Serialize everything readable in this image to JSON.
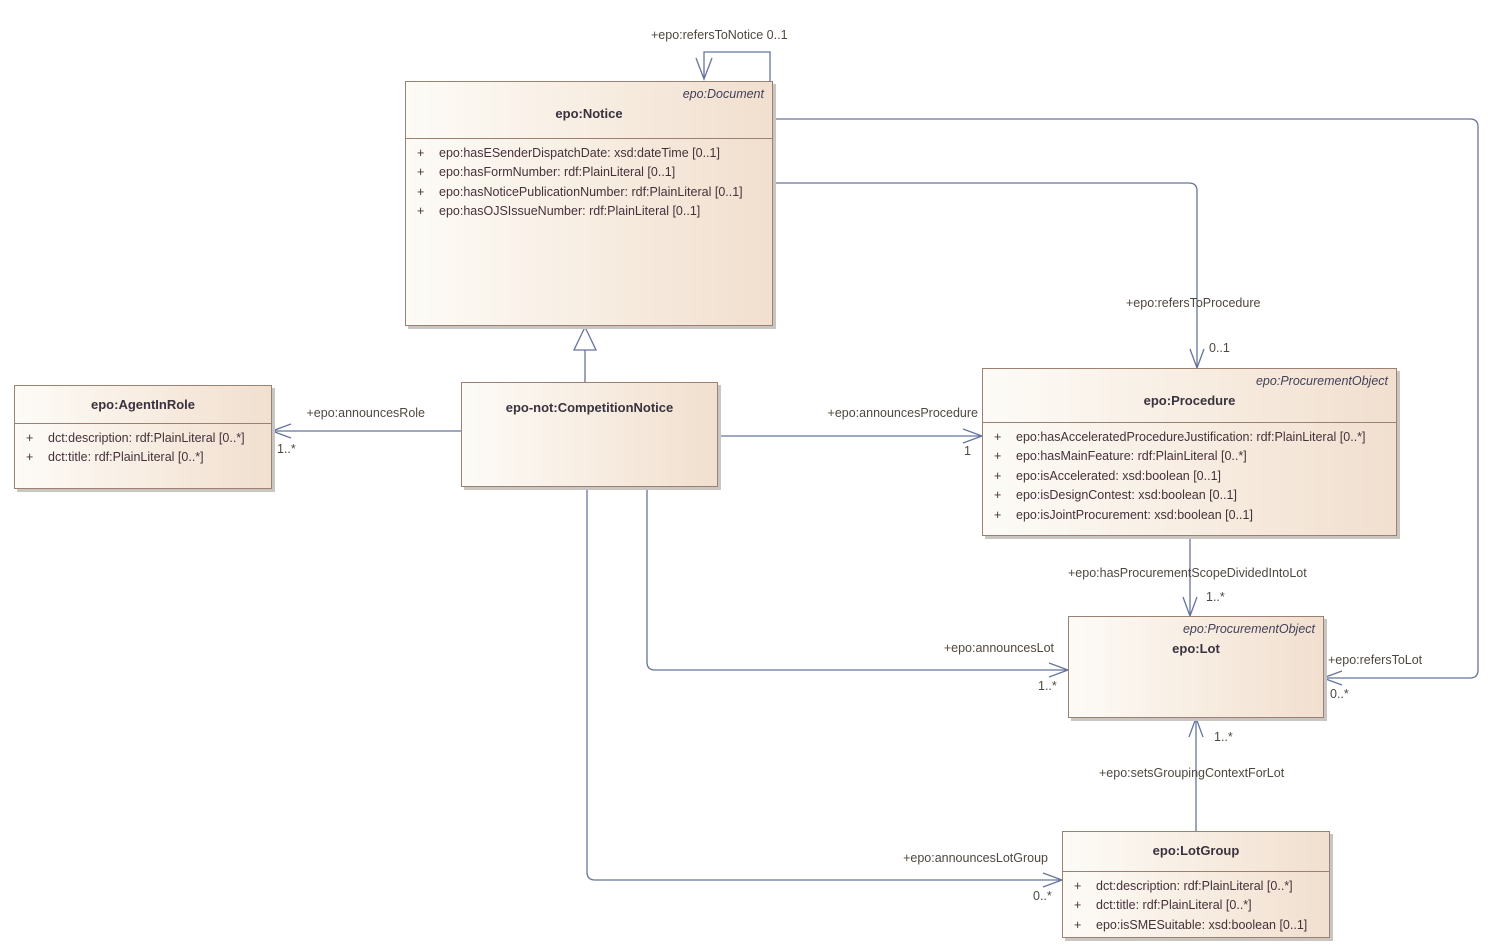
{
  "classes": {
    "notice": {
      "stereotype": "epo:Document",
      "title": "epo:Notice",
      "attributes": [
        {
          "vis": "+",
          "text": "epo:hasESenderDispatchDate: xsd:dateTime [0..1]"
        },
        {
          "vis": "+",
          "text": "epo:hasFormNumber: rdf:PlainLiteral [0..1]"
        },
        {
          "vis": "+",
          "text": "epo:hasNoticePublicationNumber: rdf:PlainLiteral [0..1]"
        },
        {
          "vis": "+",
          "text": "epo:hasOJSIssueNumber: rdf:PlainLiteral [0..1]"
        }
      ]
    },
    "agent_in_role": {
      "title": "epo:AgentInRole",
      "attributes": [
        {
          "vis": "+",
          "text": "dct:description: rdf:PlainLiteral [0..*]"
        },
        {
          "vis": "+",
          "text": "dct:title: rdf:PlainLiteral [0..*]"
        }
      ]
    },
    "competition_notice": {
      "title": "epo-not:CompetitionNotice"
    },
    "procedure": {
      "stereotype": "epo:ProcurementObject",
      "title": "epo:Procedure",
      "attributes": [
        {
          "vis": "+",
          "text": "epo:hasAcceleratedProcedureJustification: rdf:PlainLiteral [0..*]"
        },
        {
          "vis": "+",
          "text": "epo:hasMainFeature: rdf:PlainLiteral [0..*]"
        },
        {
          "vis": "+",
          "text": "epo:isAccelerated: xsd:boolean [0..1]"
        },
        {
          "vis": "+",
          "text": "epo:isDesignContest: xsd:boolean [0..1]"
        },
        {
          "vis": "+",
          "text": "epo:isJointProcurement: xsd:boolean [0..1]"
        }
      ]
    },
    "lot": {
      "stereotype": "epo:ProcurementObject",
      "title": "epo:Lot"
    },
    "lot_group": {
      "title": "epo:LotGroup",
      "attributes": [
        {
          "vis": "+",
          "text": "dct:description: rdf:PlainLiteral [0..*]"
        },
        {
          "vis": "+",
          "text": "dct:title: rdf:PlainLiteral [0..*]"
        },
        {
          "vis": "+",
          "text": "epo:isSMESuitable: xsd:boolean [0..1]"
        }
      ]
    }
  },
  "connectors": {
    "refers_to_notice": {
      "label": "+epo:refersToNotice 0..1"
    },
    "announces_role": {
      "label": "+epo:announcesRole",
      "target_multiplicity": "1..*"
    },
    "announces_procedure": {
      "label": "+epo:announcesProcedure",
      "target_multiplicity": "1"
    },
    "refers_to_procedure": {
      "label": "+epo:refersToProcedure",
      "target_multiplicity": "0..1"
    },
    "has_procurement_scope_divided_into_lot": {
      "label": "+epo:hasProcurementScopeDividedIntoLot",
      "target_multiplicity": "1..*"
    },
    "announces_lot": {
      "label": "+epo:announcesLot",
      "target_multiplicity": "1..*"
    },
    "refers_to_lot": {
      "label": "+epo:refersToLot",
      "target_multiplicity": "0..*"
    },
    "sets_grouping_context_for_lot": {
      "label": "+epo:setsGroupingContextForLot",
      "target_multiplicity": "1..*"
    },
    "announces_lot_group": {
      "label": "+epo:announcesLotGroup",
      "target_multiplicity": "0..*"
    }
  },
  "colors": {
    "box_fill_light": "#fdfbf7",
    "box_fill_dark": "#f1dfcf",
    "box_border": "#9b8171",
    "connector_line": "#66749c",
    "box_shadow": "#c9c5c0",
    "attribute_text": "#45313a",
    "title_text": "#39323f"
  }
}
